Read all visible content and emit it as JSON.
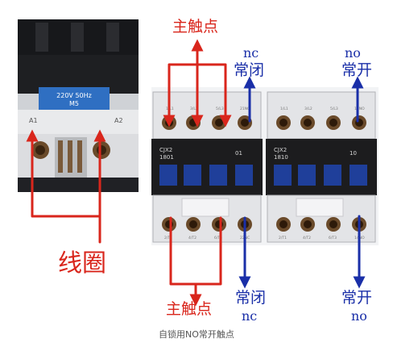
{
  "left_photo": {
    "rating_line1": "220V 50Hz",
    "rating_line2": "M5",
    "terminal_left": "A1",
    "terminal_right": "A2"
  },
  "contactor_01": {
    "model": "CJX2",
    "sub_model": "1801",
    "aux_code": "01",
    "top_terminals": [
      "1/L1",
      "3/L2",
      "5/L3",
      "21NC"
    ],
    "bottom_terminals": [
      "2/T1",
      "4/T2",
      "6/T3",
      "22NC"
    ]
  },
  "contactor_10": {
    "model": "CJX2",
    "sub_model": "1810",
    "aux_code": "10",
    "top_terminals": [
      "1/L1",
      "3/L2",
      "5/L3",
      "13NO"
    ],
    "bottom_terminals": [
      "2/T1",
      "4/T2",
      "6/T3",
      "14NO"
    ]
  },
  "annotations": {
    "main_contacts_top": "主触点",
    "main_contacts_bottom": "主触点",
    "coil": "线圈",
    "nc_top_en": "nc",
    "nc_top_cn": "常闭",
    "nc_bottom_cn": "常闭",
    "nc_bottom_en": "nc",
    "no_top_en": "no",
    "no_top_cn": "常开",
    "no_bottom_cn": "常开",
    "no_bottom_en": "no"
  },
  "caption": "自锁用NO常开触点",
  "colors": {
    "annotation_red": "#d9261c",
    "annotation_blue": "#1a2fa8",
    "housing_black": "#1c1c1e",
    "housing_white": "#e8e8ea",
    "button_blue": "#1f3f9a"
  }
}
